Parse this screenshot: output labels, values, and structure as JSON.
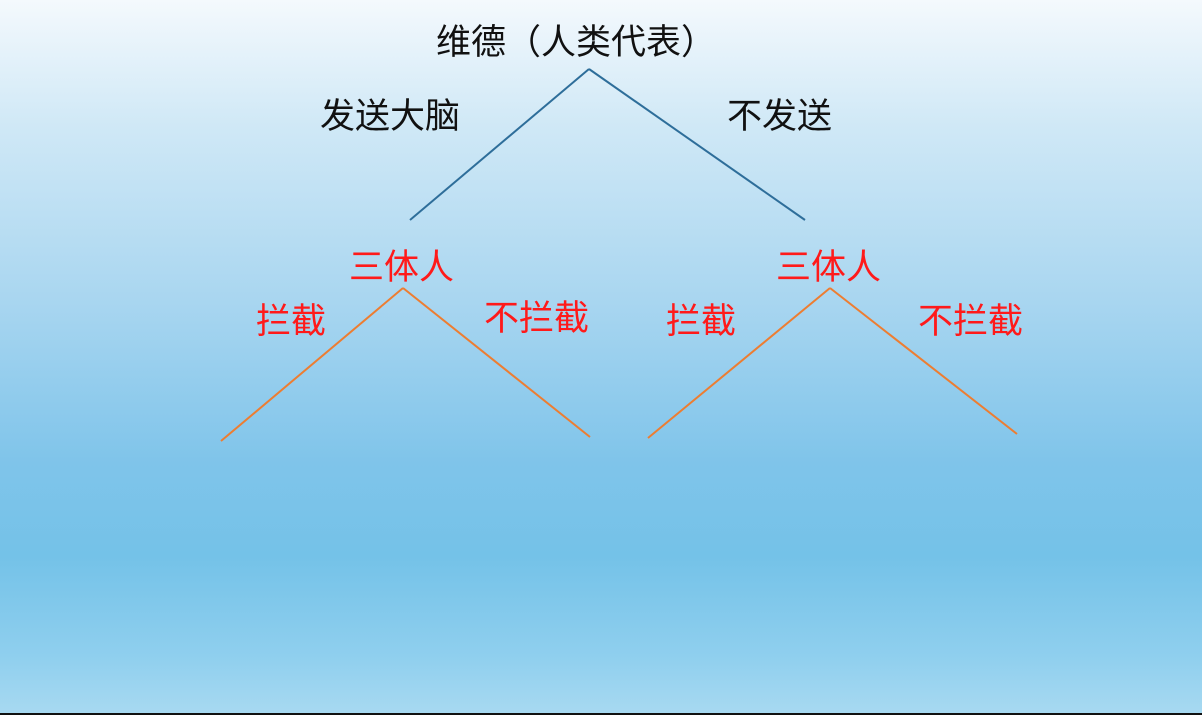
{
  "diagram": {
    "root": "维德（人类代表）",
    "root_branches": {
      "left": "发送大脑",
      "right": "不发送"
    },
    "nodes": {
      "left": "三体人",
      "right": "三体人"
    },
    "node_branches": {
      "left": {
        "left": "拦截",
        "right": "不拦截"
      },
      "right": {
        "left": "拦截",
        "right": "不拦截"
      }
    },
    "colors": {
      "root_lines": "#2e6e9a",
      "node_lines": "#ed7d31",
      "root_text": "#111111",
      "node_text": "#ff1a1a"
    }
  }
}
